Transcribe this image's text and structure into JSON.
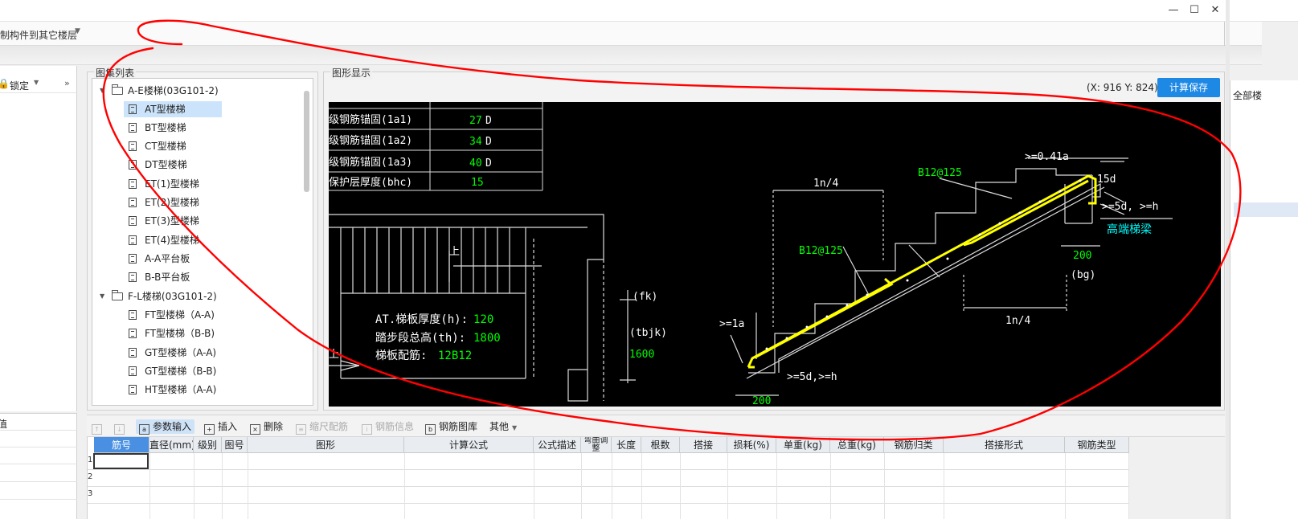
{
  "toolbar": {
    "copy_menu_label": "制构件到其它楼层"
  },
  "window": {
    "minimize_glyph": "—",
    "maximize_glyph": "☐",
    "close_glyph": "✕"
  },
  "left_panel": {
    "lock_label": "锁定",
    "value_label": "值"
  },
  "tree": {
    "title": "图集列表",
    "groups": [
      {
        "label": "A-E楼梯(03G101-2)",
        "items": [
          "AT型楼梯",
          "BT型楼梯",
          "CT型楼梯",
          "DT型楼梯",
          "ET(1)型楼梯",
          "ET(2)型楼梯",
          "ET(3)型楼梯",
          "ET(4)型楼梯",
          "A-A平台板",
          "B-B平台板"
        ]
      },
      {
        "label": "F-L楼梯(03G101-2)",
        "items": [
          "FT型楼梯（A-A)",
          "FT型楼梯（B-B)",
          "GT型楼梯（A-A)",
          "GT型楼梯（B-B)",
          "HT型楼梯（A-A)"
        ]
      }
    ]
  },
  "graph": {
    "title": "图形显示",
    "coords": "(X: 916 Y: 824)",
    "calc_save_label": "计算保存",
    "table": {
      "rows": [
        {
          "label": "级钢筋锚固(1a1)",
          "value": "27",
          "unit": "D"
        },
        {
          "label": "级钢筋锚固(1a2)",
          "value": "34",
          "unit": "D"
        },
        {
          "label": "级钢筋锚固(1a3)",
          "value": "40",
          "unit": "D"
        },
        {
          "label": "保护层厚度(bhc)",
          "value": "15",
          "unit": ""
        }
      ]
    },
    "plan": {
      "line1_label": "AT.梯板厚度(h):",
      "line1_value": "120",
      "line2_label": "踏步段总高(th):",
      "line2_value": "1800",
      "line3_label": "梯板配筋:",
      "line3_value": "12B12",
      "fk": "(fk)",
      "tbjk": "(tbjk)",
      "width_value": "1600",
      "up1": "上",
      "up2": "上"
    },
    "section": {
      "ln4_top": "1n/4",
      "ln4_bottom": "1n/4",
      "rebar_top": "B12@125",
      "rebar_mid": "B12@125",
      "la_top": ">=0.41a",
      "d15": "15d",
      "d5h_top": ">=5d, >=h",
      "high_beam": "高端梯梁",
      "v200_right": "200",
      "bg": "(bg)",
      "la_left": ">=1a",
      "d5h_bottom": ">=5d,>=h",
      "v200_bottom": "200"
    }
  },
  "right_stub": {
    "all_label": "全部楼"
  },
  "bottom_toolbar": {
    "up": "↑",
    "down": "↓",
    "param_input": "参数输入",
    "insert": "插入",
    "delete": "删除",
    "scale_rebar": "缩尺配筋",
    "rebar_info": "钢筋信息",
    "rebar_library": "钢筋图库",
    "other": "其他"
  },
  "grid": {
    "columns": [
      "筋号",
      "直径(mm)",
      "级别",
      "图号",
      "图形",
      "计算公式",
      "公式描述",
      "弯曲调整",
      "长度",
      "根数",
      "搭接",
      "损耗(%)",
      "单重(kg)",
      "总重(kg)",
      "钢筋归类",
      "搭接形式",
      "钢筋类型"
    ],
    "rows": [
      "1",
      "2",
      "3"
    ]
  },
  "colors": {
    "accent": "#1e88e5",
    "selected_tree": "#cce4fb",
    "header_blue": "#4a90e2",
    "cad_green": "#00ff00",
    "cad_yellow": "#ffff00",
    "cad_cyan": "#00ffff",
    "annotation_red": "#ff0000"
  }
}
